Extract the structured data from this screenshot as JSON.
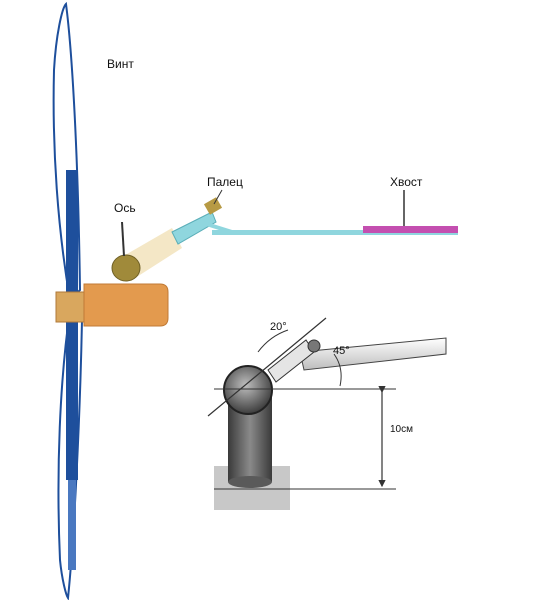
{
  "labels": {
    "propeller": "Винт",
    "axis": "Ось",
    "pin": "Палец",
    "tail": "Хвост"
  },
  "detail": {
    "angle_tilt": "20°",
    "angle_arm": "45°",
    "offset": "10см"
  },
  "colors": {
    "blade_dark": "#1e4f9c",
    "blade_light": "#9fbde0",
    "body": "#e39a4e",
    "hub": "#d9a75e",
    "axis_ball": "#a08a3a",
    "beam": "#8fd6de",
    "tail_fin": "#c44fb0",
    "rod": "#555555",
    "base": "#c8c8c8"
  }
}
